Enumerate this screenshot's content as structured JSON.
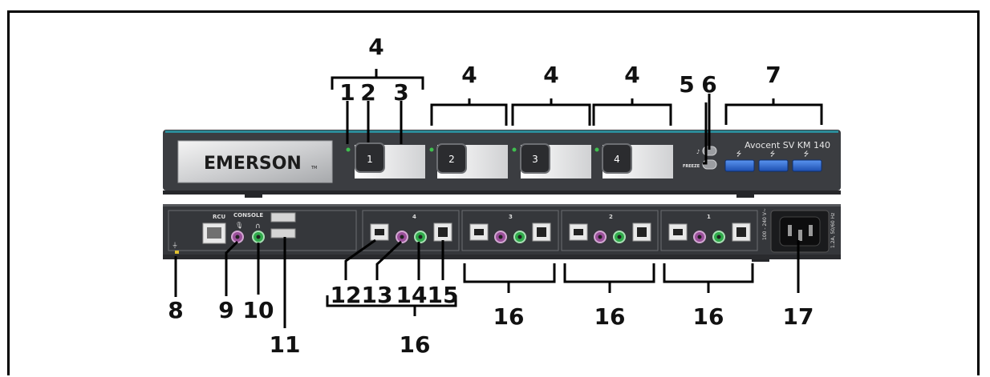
{
  "front_panel": {
    "brand_logo": "EMERSON",
    "brand_tm": "TM",
    "model": "Avocent SV KM 140",
    "channel_buttons": [
      "1",
      "2",
      "3",
      "4"
    ],
    "freeze_label": "FREEZE"
  },
  "rear_panel": {
    "rcu_label": "RCU",
    "console_label": "CONSOLE",
    "port_groups": [
      "4",
      "3",
      "2",
      "1"
    ],
    "power_rating": "100 - 240 V~",
    "power_rating_2": "1.2A, 50/60 Hz"
  },
  "callouts": {
    "c1": "1",
    "c2": "2",
    "c3": "3",
    "c4a": "4",
    "c4b": "4",
    "c4c": "4",
    "c4d": "4",
    "c5": "5",
    "c6": "6",
    "c7": "7",
    "c8": "8",
    "c9": "9",
    "c10": "10",
    "c11": "11",
    "c12": "12",
    "c13": "13",
    "c14": "14",
    "c15": "15",
    "c16a": "16",
    "c16b": "16",
    "c16c": "16",
    "c16d": "16",
    "c17": "17"
  },
  "colors": {
    "chassis": "#3b3d41",
    "teal_stripe": "#2c8c9a",
    "usb_blue": "#2f6fd6",
    "mic_purple": "#9a4f9a",
    "audio_green": "#2faa4a"
  }
}
